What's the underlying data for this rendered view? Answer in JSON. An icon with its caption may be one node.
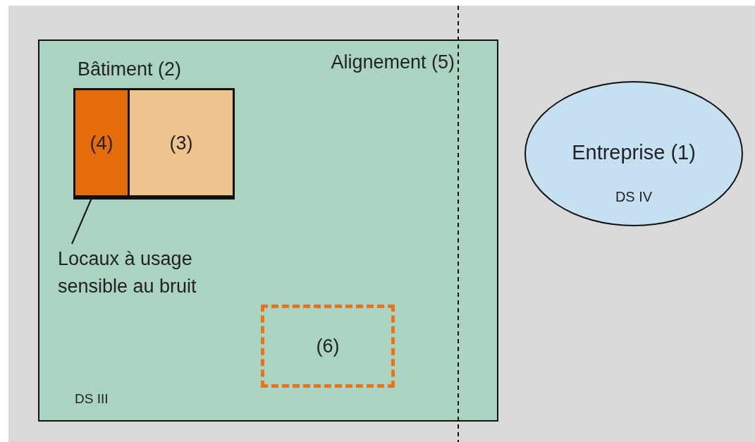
{
  "diagram": {
    "nodes": [
      {
        "text": [
          "DS III"
        ]
      },
      {
        "text": [
          "Bâtiment (2)"
        ],
        "in": 0
      },
      {
        "text": [
          "(4)"
        ],
        "in": 1
      },
      {
        "text": [
          "(3)"
        ],
        "in": 1
      },
      {
        "text": [
          "Locaux à usage sensible au bruit"
        ],
        "in": 0
      },
      {
        "text": [
          "(6)"
        ],
        "in": 0
      },
      {
        "text": [
          "Entreprise (1)",
          "DS IV"
        ]
      }
    ],
    "edges": [
      {
        "from": 4,
        "to": 2,
        "arrow": "none"
      }
    ],
    "labels": [
      "Alignement (5)"
    ]
  }
}
